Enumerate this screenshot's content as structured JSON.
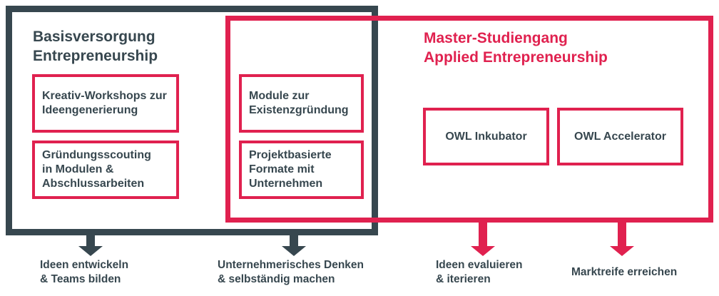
{
  "left_group": {
    "title_line1": "Basisversorgung",
    "title_line2": "Entrepreneurship",
    "boxes": [
      {
        "line1": "Kreativ-Workshops zur",
        "line2": "Ideengenerierung"
      },
      {
        "line1": "Gründungsscouting",
        "line2": "in Modulen &",
        "line3": "Abschlussarbeiten"
      }
    ]
  },
  "overlap_group": {
    "boxes": [
      {
        "line1": "Module zur",
        "line2": "Existenzgründung"
      },
      {
        "line1": "Projektbasierte",
        "line2": "Formate mit",
        "line3": "Unternehmen"
      }
    ]
  },
  "right_group": {
    "title_line1": "Master-Studiengang",
    "title_line2": "Applied Entrepreneurship",
    "boxes": [
      {
        "label": "OWL Inkubator"
      },
      {
        "label": "OWL Accelerator"
      }
    ]
  },
  "outcomes": [
    {
      "line1": "Ideen entwickeln",
      "line2": "& Teams bilden"
    },
    {
      "line1": "Unternehmerisches Denken",
      "line2": "& selbständig machen"
    },
    {
      "line1": "Ideen evaluieren",
      "line2": "& iterieren"
    },
    {
      "line1": "Marktreife erreichen"
    }
  ],
  "colors": {
    "dark": "#37474f",
    "accent": "#e0214f"
  }
}
